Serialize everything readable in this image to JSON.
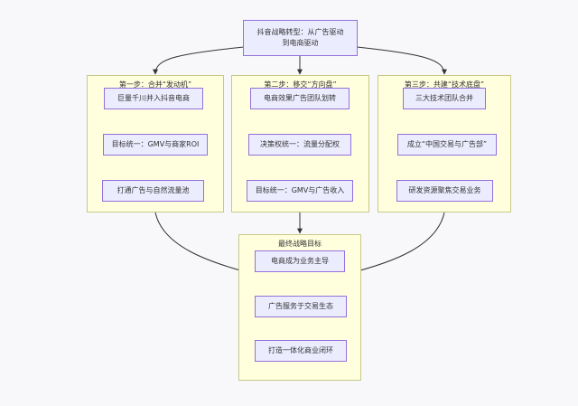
{
  "root": {
    "line1": "抖音战略转型：从广告驱动",
    "line2": "到电商驱动"
  },
  "clusters": {
    "step1": {
      "title": "第一步：合并“发动机”",
      "nodes": [
        "巨量千川并入抖音电商",
        "目标统一：GMV与商家ROI",
        "打通广告与自然流量池"
      ]
    },
    "step2": {
      "title": "第二步：移交“方向盘”",
      "nodes": [
        "电商效果广告团队划转",
        "决策权统一：流量分配权",
        "目标统一：GMV与广告收入"
      ]
    },
    "step3": {
      "title": "第三步：共建“技术底盘”",
      "nodes": [
        "三大技术团队合并",
        "成立“中国交易与广告部”",
        "研发资源聚焦交易业务"
      ]
    },
    "final": {
      "title": "最终战略目标",
      "nodes": [
        "电商成为业务主导",
        "广告服务于交易生态",
        "打造一体化商业闭环"
      ]
    }
  },
  "colors": {
    "node_fill": "#ececff",
    "node_stroke": "#9370db",
    "cluster_fill": "#ffffdd",
    "cluster_stroke": "#c8c88a",
    "edge": "#333333"
  }
}
